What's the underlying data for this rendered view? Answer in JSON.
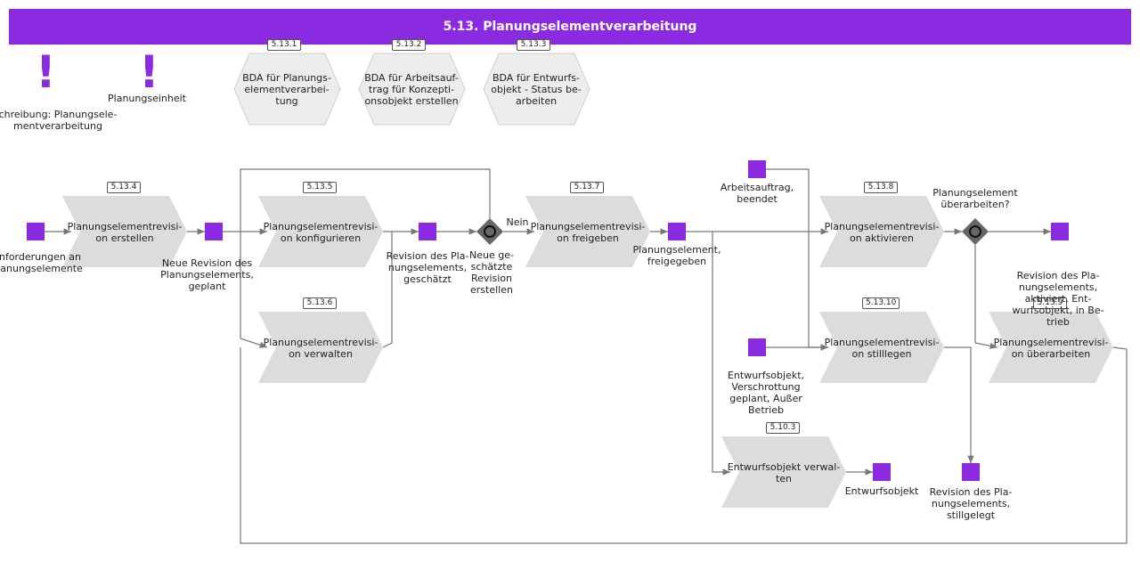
{
  "title": "5.13. Planungselementverarbeitung",
  "colors": {
    "header": "#8a2be2",
    "event": "#8a2be2",
    "function": "#dcdcdc",
    "hex": "#ececec",
    "gateway": "#666666",
    "line": "#777777"
  },
  "top_items": {
    "requirement_1": "chreibung: Planungsele-\nmentverarbeitung",
    "requirement_2": "Planungseinheit"
  },
  "hexagons": [
    {
      "id": "5.13.1",
      "label": "BDA für Planungs-\nelementverarbei-\ntung"
    },
    {
      "id": "5.13.2",
      "label": "BDA für Arbeitsauf-\ntrag für Konzepti-\nonsobjekt erstellen"
    },
    {
      "id": "5.13.3",
      "label": "BDA für Entwurfs-\nobjekt - Status be-\narbeiten"
    }
  ],
  "functions": [
    {
      "id": "5.13.4",
      "label": "Planungselementrevisi-\non erstellen"
    },
    {
      "id": "5.13.5",
      "label": "Planungselementrevisi-\non konfigurieren"
    },
    {
      "id": "5.13.6",
      "label": "Planungselementrevisi-\non verwalten"
    },
    {
      "id": "5.13.7",
      "label": "Planungselementrevisi-\non freigeben"
    },
    {
      "id": "5.13.8",
      "label": "Planungselementrevisi-\non aktivieren"
    },
    {
      "id": "5.13.10",
      "label": "Planungselementrevisi-\non stilllegen"
    },
    {
      "id": "5.13.9",
      "label": "Planungselementrevisi-\non überarbeiten"
    },
    {
      "id": "5.10.3",
      "label": "Entwurfsobjekt verwal-\nten"
    }
  ],
  "events": [
    {
      "label": "nforderungen an\nlanungselemente"
    },
    {
      "label": "Neue Revision des\nPlanungselements,\ngeplant"
    },
    {
      "label": "Revision des Pla-\nnungselements,\ngeschätzt"
    },
    {
      "label": "Planungselement,\nfreigegeben"
    },
    {
      "label": "Arbeitsauftrag,\nbeendet"
    },
    {
      "label": ""
    },
    {
      "label": "Entwurfsobjekt,\nVerschrottung\ngeplant, Außer\nBetrieb"
    },
    {
      "label": "Entwurfsobjekt"
    },
    {
      "label": "Revision des Pla-\nnungselements,\nstillgelegt"
    },
    {
      "label": "Revision des Pla-\nnungselements,\naktiviert, Ent-\nwurfsobjekt, in Be-\ntrieb"
    }
  ],
  "gateways": [
    {
      "label": "Neue ge-\nschätzte\nRevision\nerstellen",
      "branch": "Nein"
    },
    {
      "label": "Planungselement\nüberarbeiten?"
    }
  ]
}
